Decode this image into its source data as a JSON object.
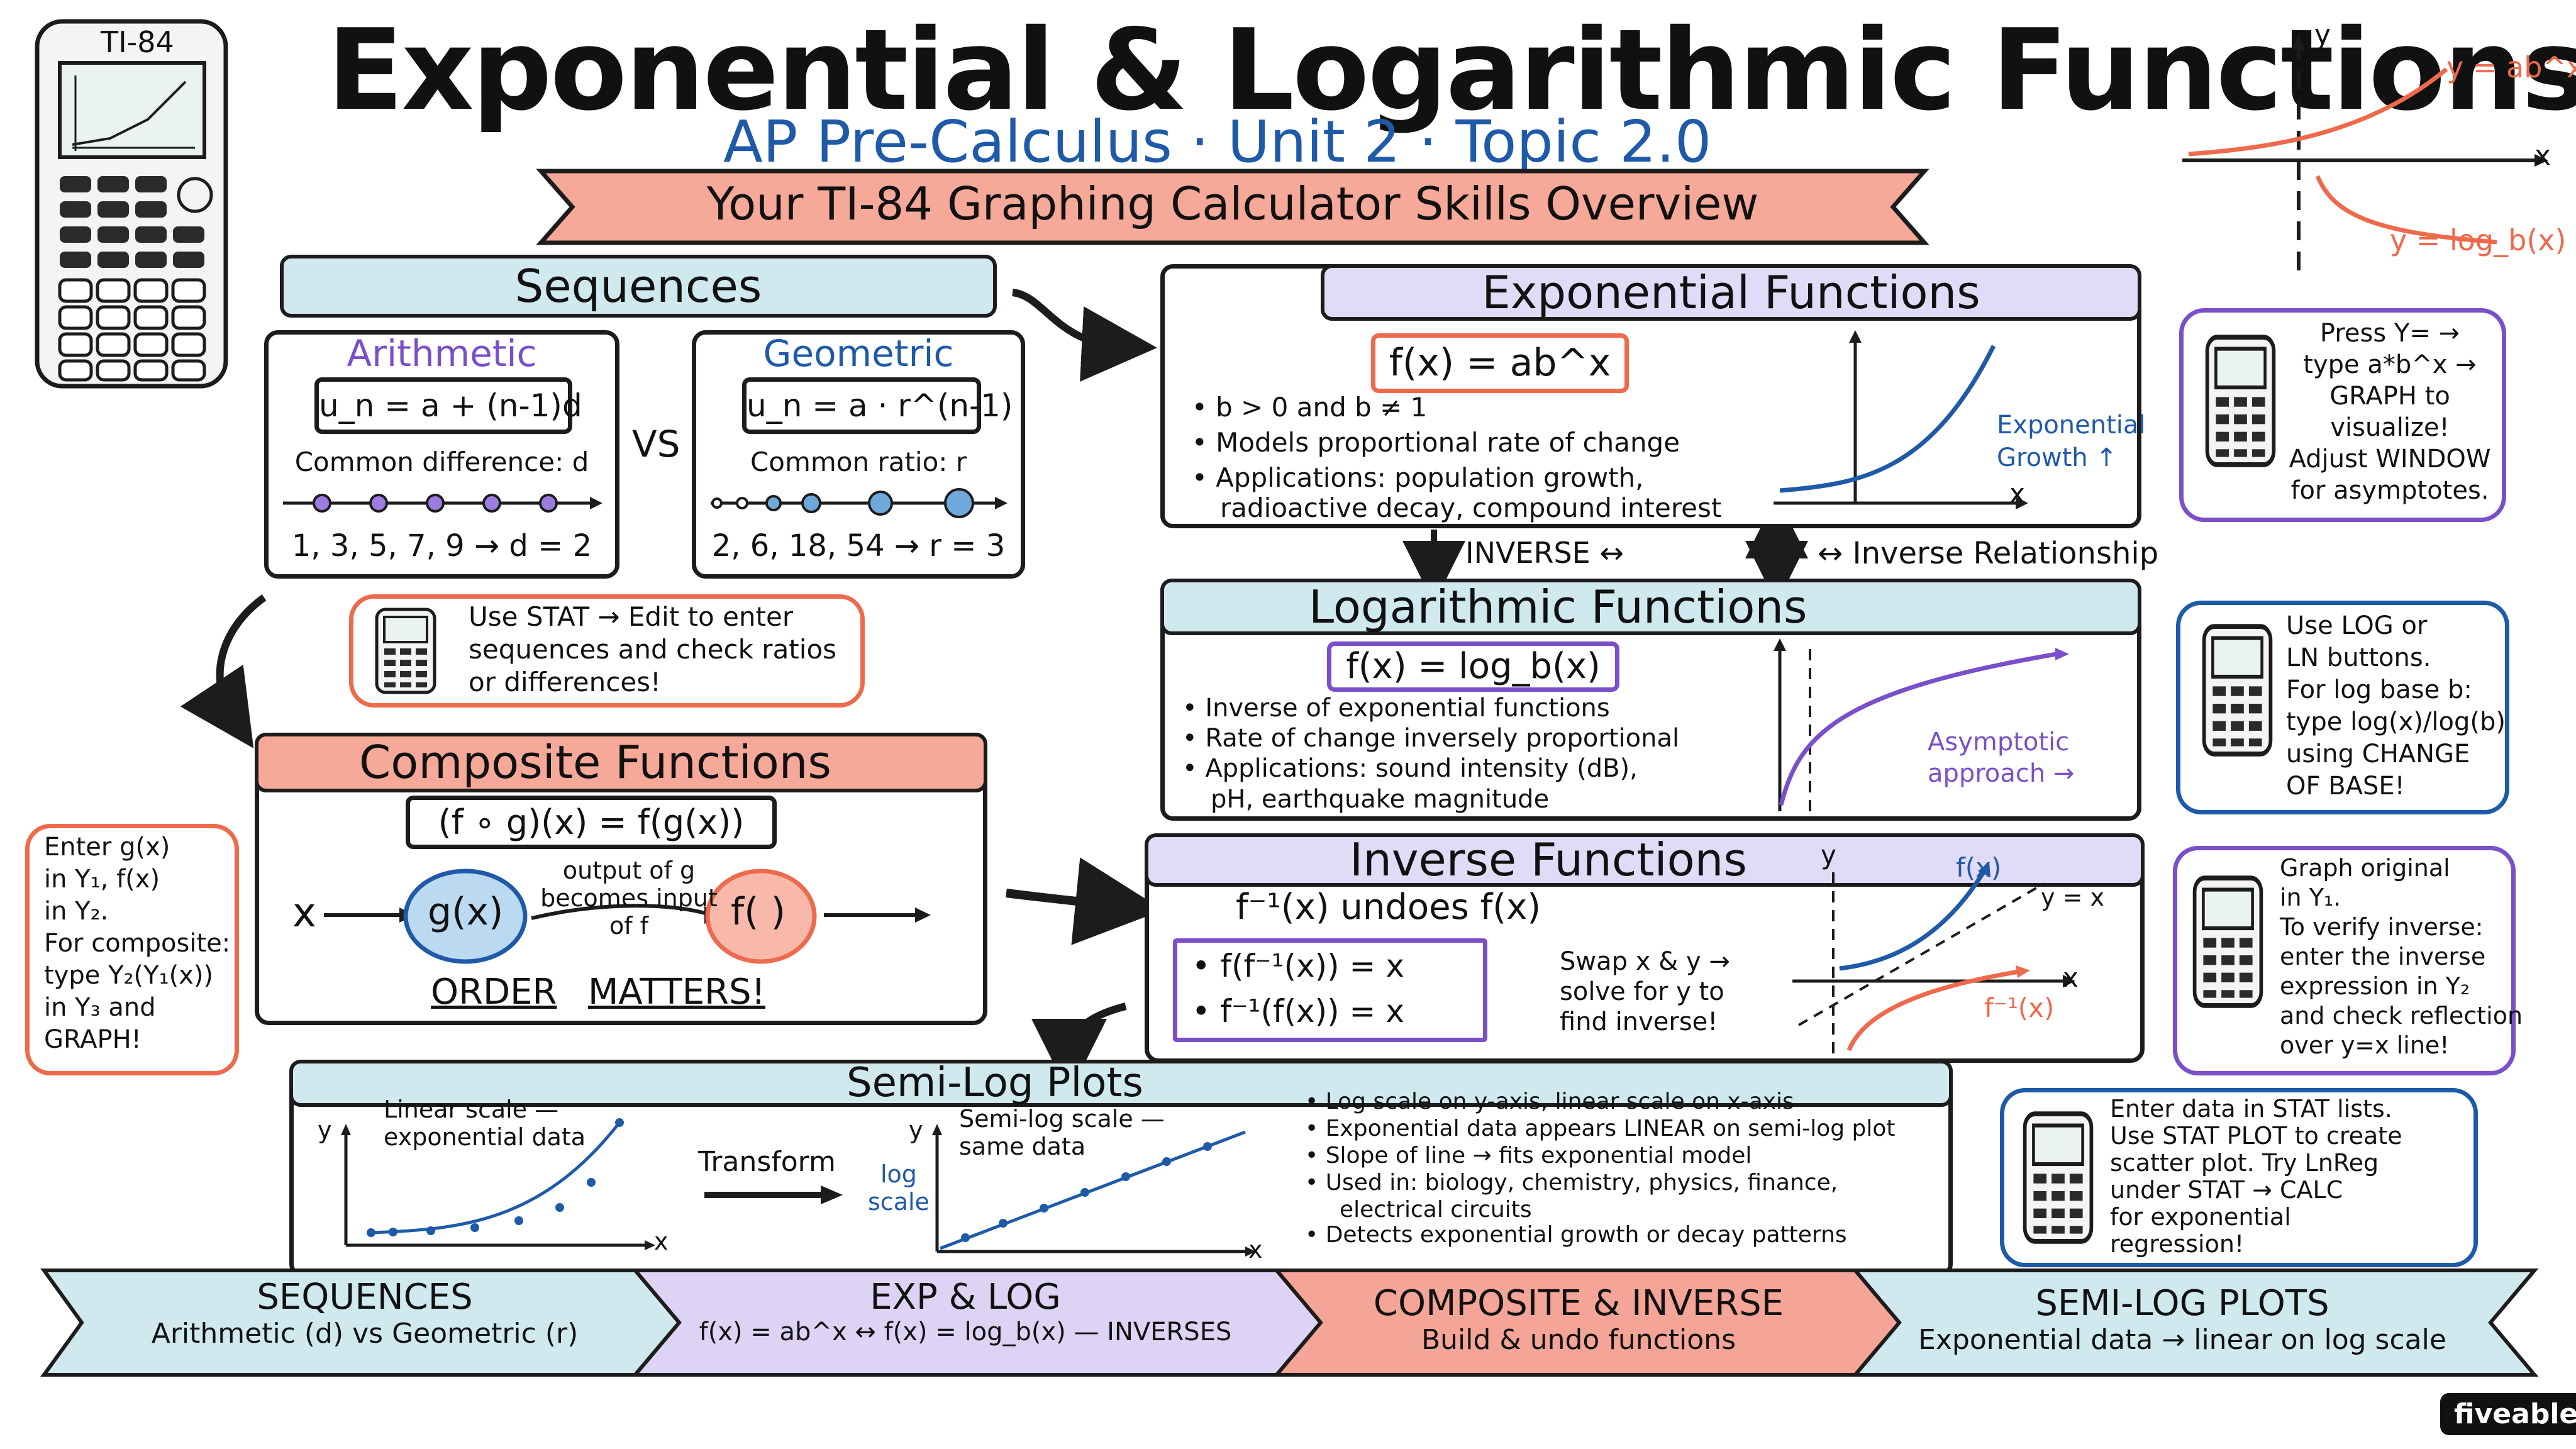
{
  "header": {
    "title": "Exponential & Logarithmic Functions",
    "subtitle": "AP Pre-Calculus · Unit 2 · Topic 2.0",
    "banner": "Your TI-84 Graphing Calculator Skills Overview",
    "calc_label": "TI-84",
    "mini_graph": {
      "exp_label": "y = ab^x",
      "log_label": "y = log_b(x)",
      "x_axis": "x",
      "y_axis": "y"
    }
  },
  "sequences": {
    "title": "Sequences",
    "vs": "VS",
    "arithmetic": {
      "title": "Arithmetic",
      "formula": "u_n = a + (n-1)d",
      "caption": "Common difference: d",
      "example": "1, 3, 5, 7, 9 → d = 2"
    },
    "geometric": {
      "title": "Geometric",
      "formula": "u_n = a · r^(n-1)",
      "caption": "Common ratio: r",
      "example": "2, 6, 18, 54 → r = 3"
    },
    "tip": [
      "Use STAT → Edit to enter",
      "sequences and check ratios",
      "or differences!"
    ]
  },
  "exponential": {
    "title": "Exponential Functions",
    "formula": "f(x) = ab^x",
    "bullets": [
      "b > 0 and b ≠ 1",
      "Models proportional rate of change",
      "Applications: population growth,"
    ],
    "bullet_cont": "radioactive decay, compound interest",
    "graph_label": [
      "Exponential",
      "Growth ↑"
    ],
    "x_axis": "x",
    "tip": [
      "Press Y= →",
      "type a*b^x →",
      "GRAPH to",
      "visualize!",
      "Adjust WINDOW",
      "for asymptotes."
    ]
  },
  "relationship": {
    "inverse": "INVERSE ↔",
    "relation": "↔ Inverse Relationship"
  },
  "logarithmic": {
    "title": "Logarithmic Functions",
    "formula": "f(x) = log_b(x)",
    "bullets": [
      "Inverse of exponential functions",
      "Rate of change inversely proportional",
      "Applications: sound intensity (dB),"
    ],
    "bullet_cont": "pH, earthquake magnitude",
    "graph_label": [
      "Asymptotic",
      "approach →"
    ],
    "tip": [
      "Use LOG or",
      "LN buttons.",
      "For log base b:",
      "type log(x)/log(b)",
      "using CHANGE",
      "OF BASE!"
    ]
  },
  "composite": {
    "title": "Composite Functions",
    "formula": "(f ∘ g)(x) = f(g(x))",
    "input": "x",
    "g": "g(x)",
    "f": "f( )",
    "arrow_note": [
      "output of g",
      "becomes input",
      "of f"
    ],
    "order": [
      "ORDER",
      "MATTERS!"
    ],
    "tip": [
      "Enter g(x)",
      "in Y₁, f(x)",
      "in Y₂.",
      "For composite:",
      "type Y₂(Y₁(x))",
      "in Y₃ and",
      "GRAPH!"
    ]
  },
  "inverse": {
    "title": "Inverse Functions",
    "subtitle": "f⁻¹(x) undoes f(x)",
    "rules": [
      "f(f⁻¹(x)) = x",
      "f⁻¹(f(x)) = x"
    ],
    "swap": [
      "Swap x & y →",
      "solve for y to",
      "find inverse!"
    ],
    "graph": {
      "f": "f(x)",
      "finv": "f⁻¹(x)",
      "diag": "y = x",
      "x": "x",
      "y": "y"
    },
    "tip": [
      "Graph original",
      "in Y₁.",
      "To verify inverse:",
      "enter the inverse",
      "expression in Y₂",
      "and check reflection",
      "over y=x line!"
    ]
  },
  "semilog": {
    "title": "Semi-Log Plots",
    "left_label": [
      "Linear scale —",
      "exponential data"
    ],
    "transform": "Transform",
    "log_scale": [
      "log",
      "scale"
    ],
    "right_label": [
      "Semi-log scale —",
      "same data"
    ],
    "axis_x": "x",
    "axis_y": "y",
    "bullets": [
      "Log scale on y-axis, linear scale on x-axis",
      "Exponential data appears LINEAR on semi-log plot",
      "Slope of line → fits exponential model",
      "Used in: biology, chemistry, physics, finance,"
    ],
    "bullet_cont": "electrical circuits",
    "bullet_last": "Detects exponential growth or decay patterns",
    "tip": [
      "Enter data in STAT lists.",
      "Use STAT PLOT to create",
      "scatter plot. Try LnReg",
      "under STAT → CALC",
      "for exponential",
      "regression!"
    ]
  },
  "footer": [
    {
      "title": "SEQUENCES",
      "sub": "Arithmetic (d) vs Geometric (r)",
      "color": "#cfe9ef"
    },
    {
      "title": "EXP & LOG",
      "sub": "f(x) = ab^x ↔ f(x) = log_b(x) — INVERSES",
      "color": "#ddd4f5"
    },
    {
      "title": "COMPOSITE & INVERSE",
      "sub": "Build & undo functions",
      "color": "#f4a597"
    },
    {
      "title": "SEMI-LOG PLOTS",
      "sub": "Exponential data → linear on log scale",
      "color": "#cfe9ef"
    }
  ],
  "brand": "fiveable",
  "colors": {
    "teal": "#cfe9ef",
    "lavender": "#e2dbf7",
    "salmon": "#f6a899",
    "blue": "#1f5aa8",
    "purple": "#7a4fc9",
    "orange": "#ee6a4c"
  }
}
